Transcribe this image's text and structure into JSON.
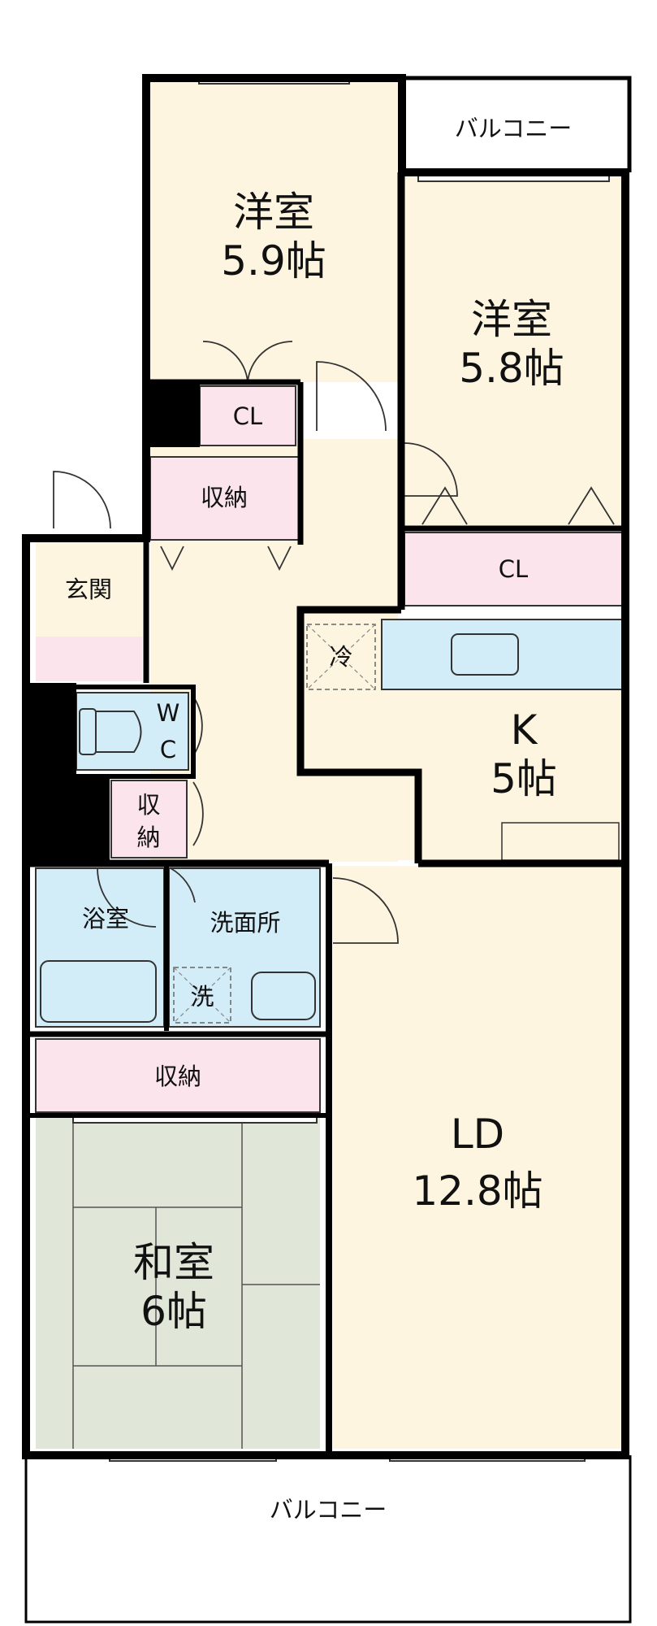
{
  "rooms": {
    "western_room_1": {
      "name": "洋室",
      "size": "5.9帖"
    },
    "western_room_2": {
      "name": "洋室",
      "size": "5.8帖"
    },
    "balcony_top": "バルコニー",
    "balcony_bottom": "バルコニー",
    "closet_1": "CL",
    "closet_2": "CL",
    "storage_1": "収納",
    "storage_2_line1": "収",
    "storage_2_line2": "納",
    "storage_3": "収納",
    "entrance": "玄関",
    "toilet_line1": "W",
    "toilet_line2": "C",
    "kitchen": {
      "name": "K",
      "size": "5帖"
    },
    "fridge": "冷",
    "bathroom": "浴室",
    "washroom": "洗面所",
    "washer": "洗",
    "living_dining": {
      "name": "LD",
      "size": "12.8帖"
    },
    "japanese_room": {
      "name": "和室",
      "size": "6帖"
    }
  },
  "colors": {
    "wall": "#000000",
    "floor": "#fdf5e0",
    "storage": "#fbe4ec",
    "wet_area": "#d2ecf8",
    "tatami": "#e0e7d8",
    "balcony": "#ffffff"
  }
}
